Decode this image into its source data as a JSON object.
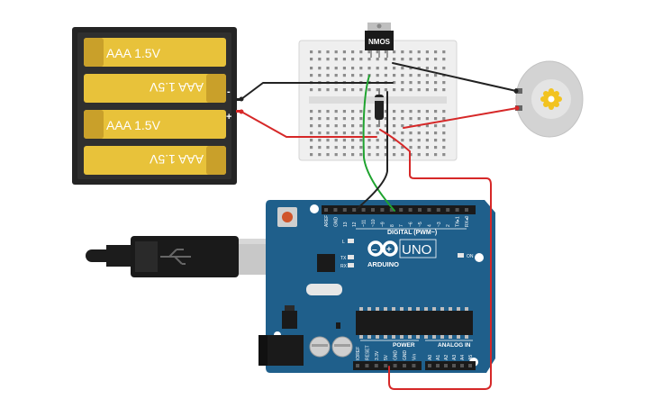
{
  "battery": {
    "cells": [
      {
        "label": "AAA 1.5V",
        "flipped": false
      },
      {
        "label": "AAA 1.5V",
        "flipped": true
      },
      {
        "label": "AAA 1.5V",
        "flipped": false
      },
      {
        "label": "AAA 1.5V",
        "flipped": true
      }
    ],
    "neg_symbol": "-",
    "pos_symbol": "+",
    "case_color": "#222222",
    "cell_color": "#e8c23a",
    "cell_band_color": "#c9a02a"
  },
  "transistor": {
    "label": "NMOS"
  },
  "arduino": {
    "digital_header_label": "DIGITAL (PWM~)",
    "digital_pins": [
      "AREF",
      "GND",
      "13",
      "12",
      "~11",
      "~10",
      "~9",
      "8",
      "7",
      "~6",
      "~5",
      "4",
      "~3",
      "2",
      "TX▸1",
      "RX◂0"
    ],
    "power_header_label": "POWER",
    "power_pins": [
      "IOREF",
      "RESET",
      "3.3V",
      "5V",
      "GND",
      "GND",
      "Vin"
    ],
    "analog_header_label": "ANALOG IN",
    "analog_pins": [
      "A0",
      "A1",
      "A2",
      "A3",
      "A4",
      "A5"
    ],
    "brand": "ARDUINO",
    "model": "UNO",
    "led_l": "L",
    "led_tx": "TX",
    "led_rx": "RX",
    "led_on": "ON",
    "board_color": "#1f5f8b"
  },
  "wires": {
    "red": "#d62828",
    "black": "#222222",
    "green": "#1fa32f"
  }
}
